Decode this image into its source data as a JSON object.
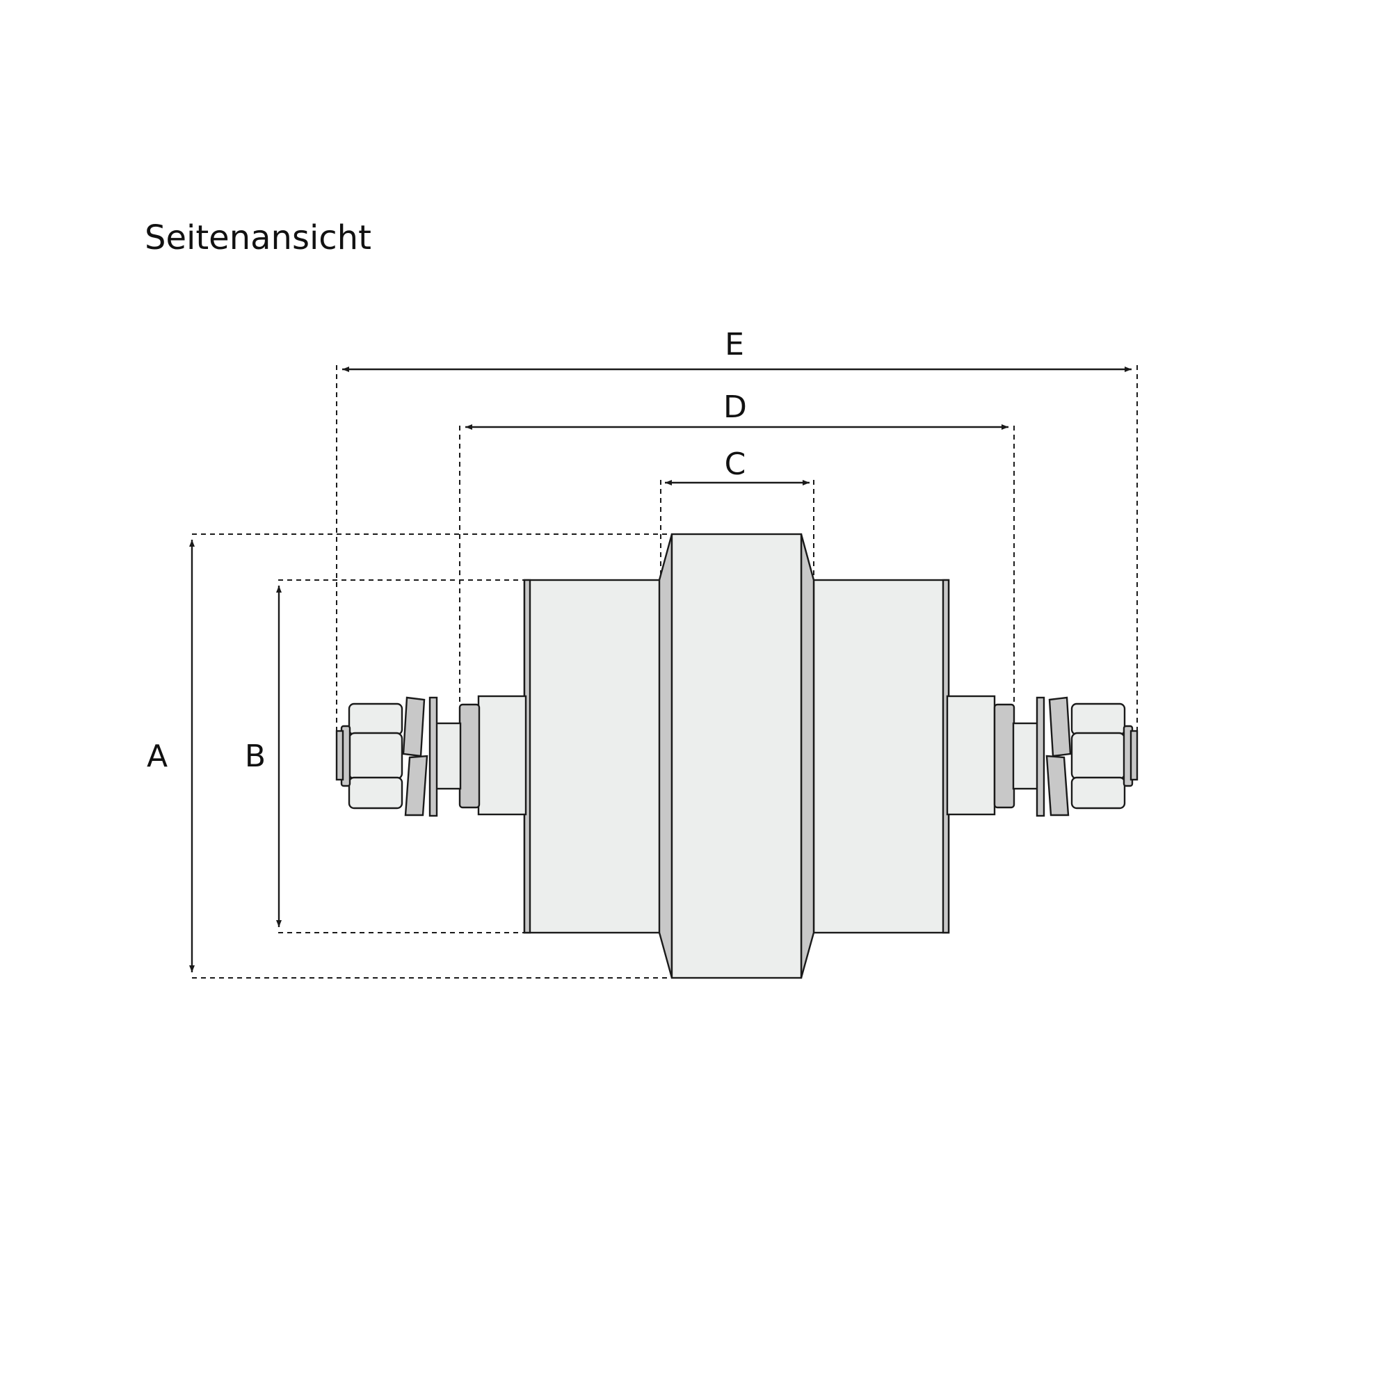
{
  "diagram": {
    "title": "Seitenansicht",
    "dimensions": {
      "a": "A",
      "b": "B",
      "c": "C",
      "d": "D",
      "e": "E"
    },
    "colors": {
      "body": "#eceeed",
      "flange": "#c8c8c8",
      "stroke": "#1a1a1a"
    }
  }
}
